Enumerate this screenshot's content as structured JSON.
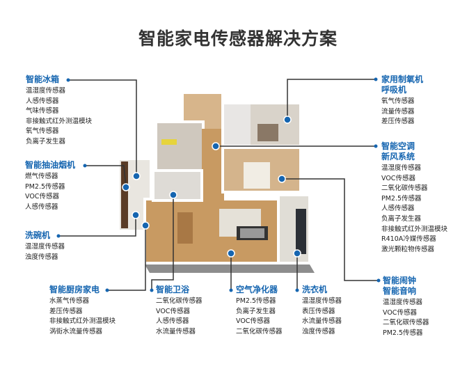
{
  "title": "智能家电传感器解决方案",
  "groups": [
    {
      "title": [
        "智能冰箱"
      ],
      "items": [
        "温湿度传感器",
        "人感传感器",
        "气味传感器",
        "非接触式红外测温模块",
        "氧气传感器",
        "负离子发生器"
      ]
    },
    {
      "title": [
        "智能抽油烟机"
      ],
      "items": [
        "燃气传感器",
        "PM2.5传感器",
        "VOC传感器",
        "人感传感器"
      ]
    },
    {
      "title": [
        "洗碗机"
      ],
      "items": [
        "温湿度传感器",
        "浊度传感器"
      ]
    },
    {
      "title": [
        "智能厨房家电"
      ],
      "items": [
        "水蒸气传感器",
        "差压传感器",
        "非接触式红外测温模块",
        "涡街水流量传感器"
      ]
    },
    {
      "title": [
        "智能卫浴"
      ],
      "items": [
        "二氧化碳传感器",
        "VOC传感器",
        "人感传感器",
        "水流量传感器"
      ]
    },
    {
      "title": [
        "空气净化器"
      ],
      "items": [
        "PM2.5传感器",
        "负离子发生器",
        "VOC传感器",
        "二氧化碳传感器"
      ]
    },
    {
      "title": [
        "洗衣机"
      ],
      "items": [
        "温湿度传感器",
        "表压传感器",
        "水流量传感器",
        "浊度传感器"
      ]
    },
    {
      "title": [
        "智能闹钟",
        "智能音响"
      ],
      "items": [
        "温湿度传感器",
        "VOC传感器",
        "二氧化碳传感器",
        "PM2.5传感器"
      ]
    },
    {
      "title": [
        "家用制氧机",
        "呼吸机"
      ],
      "items": [
        "氧气传感器",
        "流量传感器",
        "差压传感器"
      ]
    },
    {
      "title": [
        "智能空调",
        "新风系统"
      ],
      "items": [
        "温湿度传感器",
        "VOC传感器",
        "二氧化碳传感器",
        "PM2.5传感器",
        "人感传感器",
        "负离子发生器",
        "非接触式红外测温模块",
        "R410A冷媒传感器",
        "激光颗粒物传感器"
      ]
    }
  ],
  "colors": {
    "accent": "#1565b0",
    "line": "#333333",
    "floor": "#c89a62"
  }
}
